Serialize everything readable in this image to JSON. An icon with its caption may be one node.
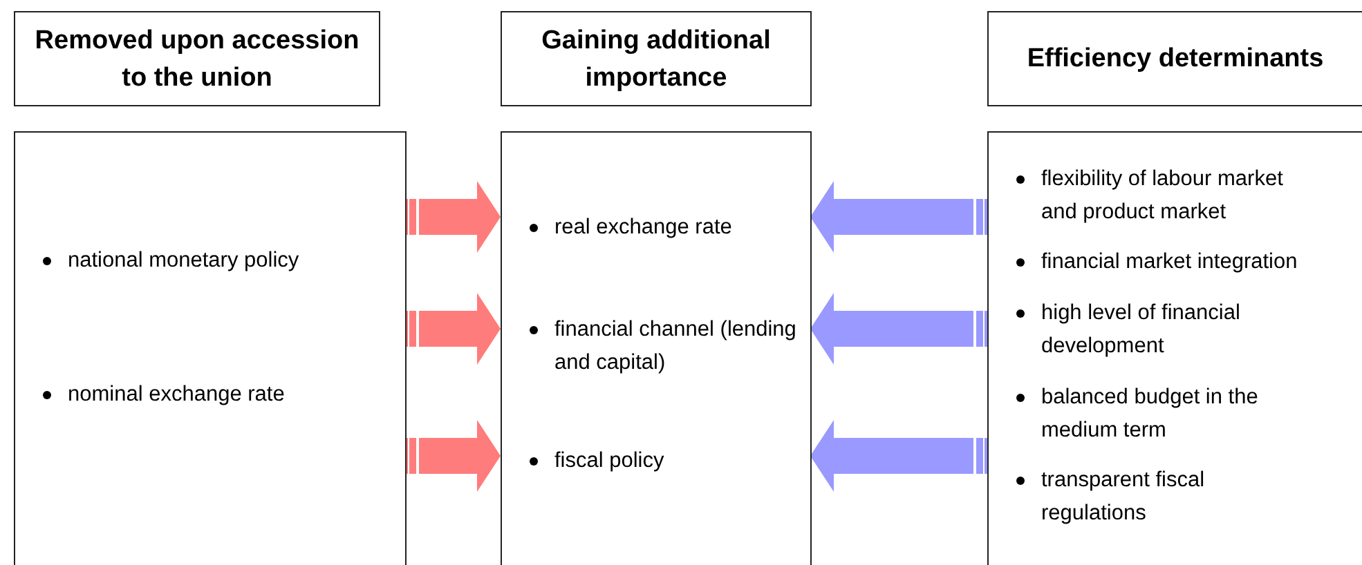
{
  "diagram": {
    "nodes": [
      {
        "text": [
          "Removed upon accession to the union"
        ]
      },
      {
        "text": [
          "Gaining additional importance"
        ]
      },
      {
        "text": [
          "Efficiency determinants"
        ]
      },
      {
        "text": [
          "national monetary policy",
          "nominal exchange rate"
        ]
      },
      {
        "text": [
          "real exchange rate",
          "financial channel (lending and capital)",
          "fiscal policy"
        ]
      },
      {
        "text": [
          "flexibility of labour market and product market",
          "financial market integration",
          "high level of financial development",
          "balanced budget in the medium term",
          "transparent fiscal regulations"
        ]
      }
    ],
    "edges": [
      {
        "from": 3,
        "to": 4,
        "arrow": "to",
        "color": "#ff7c7c"
      },
      {
        "from": 3,
        "to": 4,
        "arrow": "to",
        "color": "#ff7c7c"
      },
      {
        "from": 3,
        "to": 4,
        "arrow": "to",
        "color": "#ff7c7c"
      },
      {
        "from": 5,
        "to": 4,
        "arrow": "to",
        "color": "#9999ff"
      },
      {
        "from": 5,
        "to": 4,
        "arrow": "to",
        "color": "#9999ff"
      },
      {
        "from": 5,
        "to": 4,
        "arrow": "to",
        "color": "#9999ff"
      }
    ]
  }
}
